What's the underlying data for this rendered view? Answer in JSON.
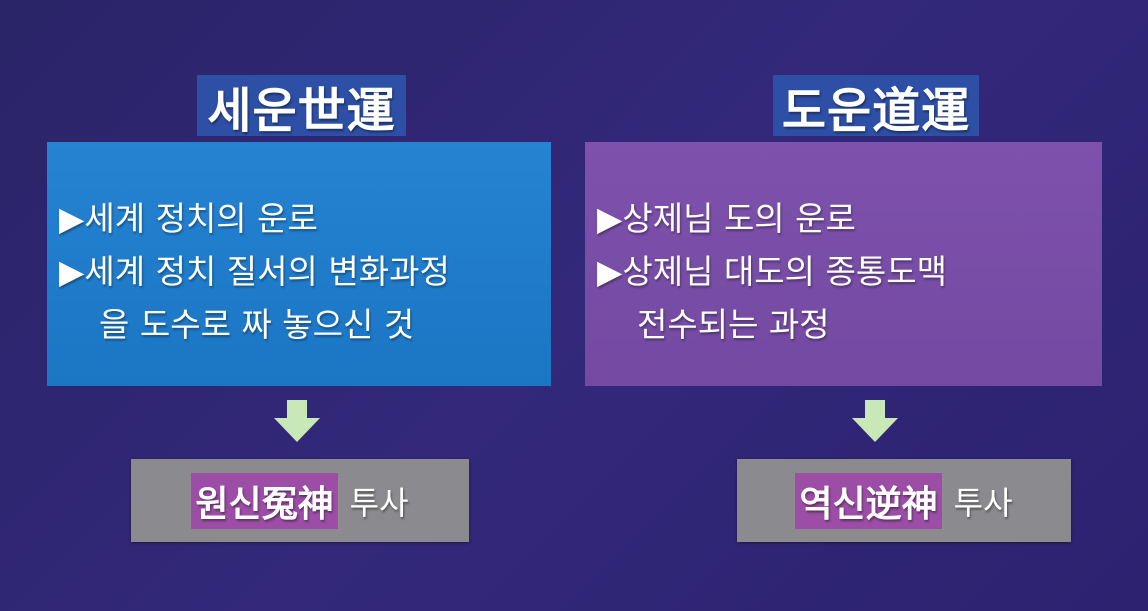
{
  "left": {
    "title": "세운世運",
    "bullets": [
      "▶세계 정치의 운로",
      "▶세계 정치 질서의 변화과정",
      "을 도수로 짜 놓으신 것"
    ],
    "result_highlight": "원신冤神",
    "result_suffix": "투사"
  },
  "right": {
    "title": "도운道運",
    "bullets": [
      "▶상제님 도의 운로",
      "▶상제님 대도의 종통도맥",
      "전수되는 과정"
    ],
    "result_highlight": "역신逆神",
    "result_suffix": "투사"
  },
  "colors": {
    "arrow": "#c9e8b8",
    "highlight": "#9c4ea6"
  }
}
